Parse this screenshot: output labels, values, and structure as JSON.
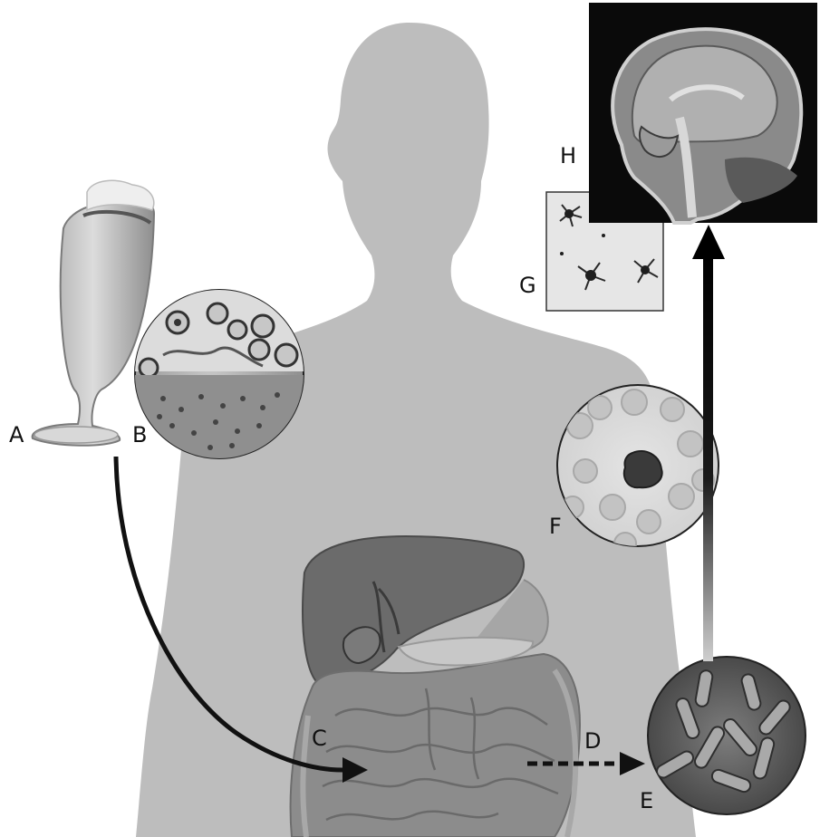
{
  "labels": {
    "a": "A",
    "b": "B",
    "c": "C",
    "d": "D",
    "e": "E",
    "f": "F",
    "g": "G",
    "h": "H"
  },
  "colors": {
    "silhouette": "#bdbdbd",
    "liver": "#6e6e6e",
    "intestine": "#8c8c8c",
    "arrow": "#111111",
    "mri_background": "#0a0a0a"
  }
}
